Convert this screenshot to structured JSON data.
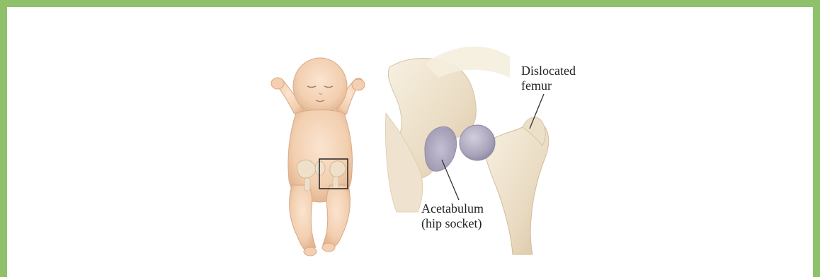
{
  "labels": {
    "dislocated_femur": [
      "Dislocated",
      "femur"
    ],
    "acetabulum": [
      "Acetabulum",
      "(hip socket)"
    ]
  },
  "colors": {
    "frame": "#8fc06a",
    "skin": "#f3d3b6",
    "bone": "#efe3cf",
    "socket": "#b4aec4",
    "femur_head": "#b3aec4"
  }
}
